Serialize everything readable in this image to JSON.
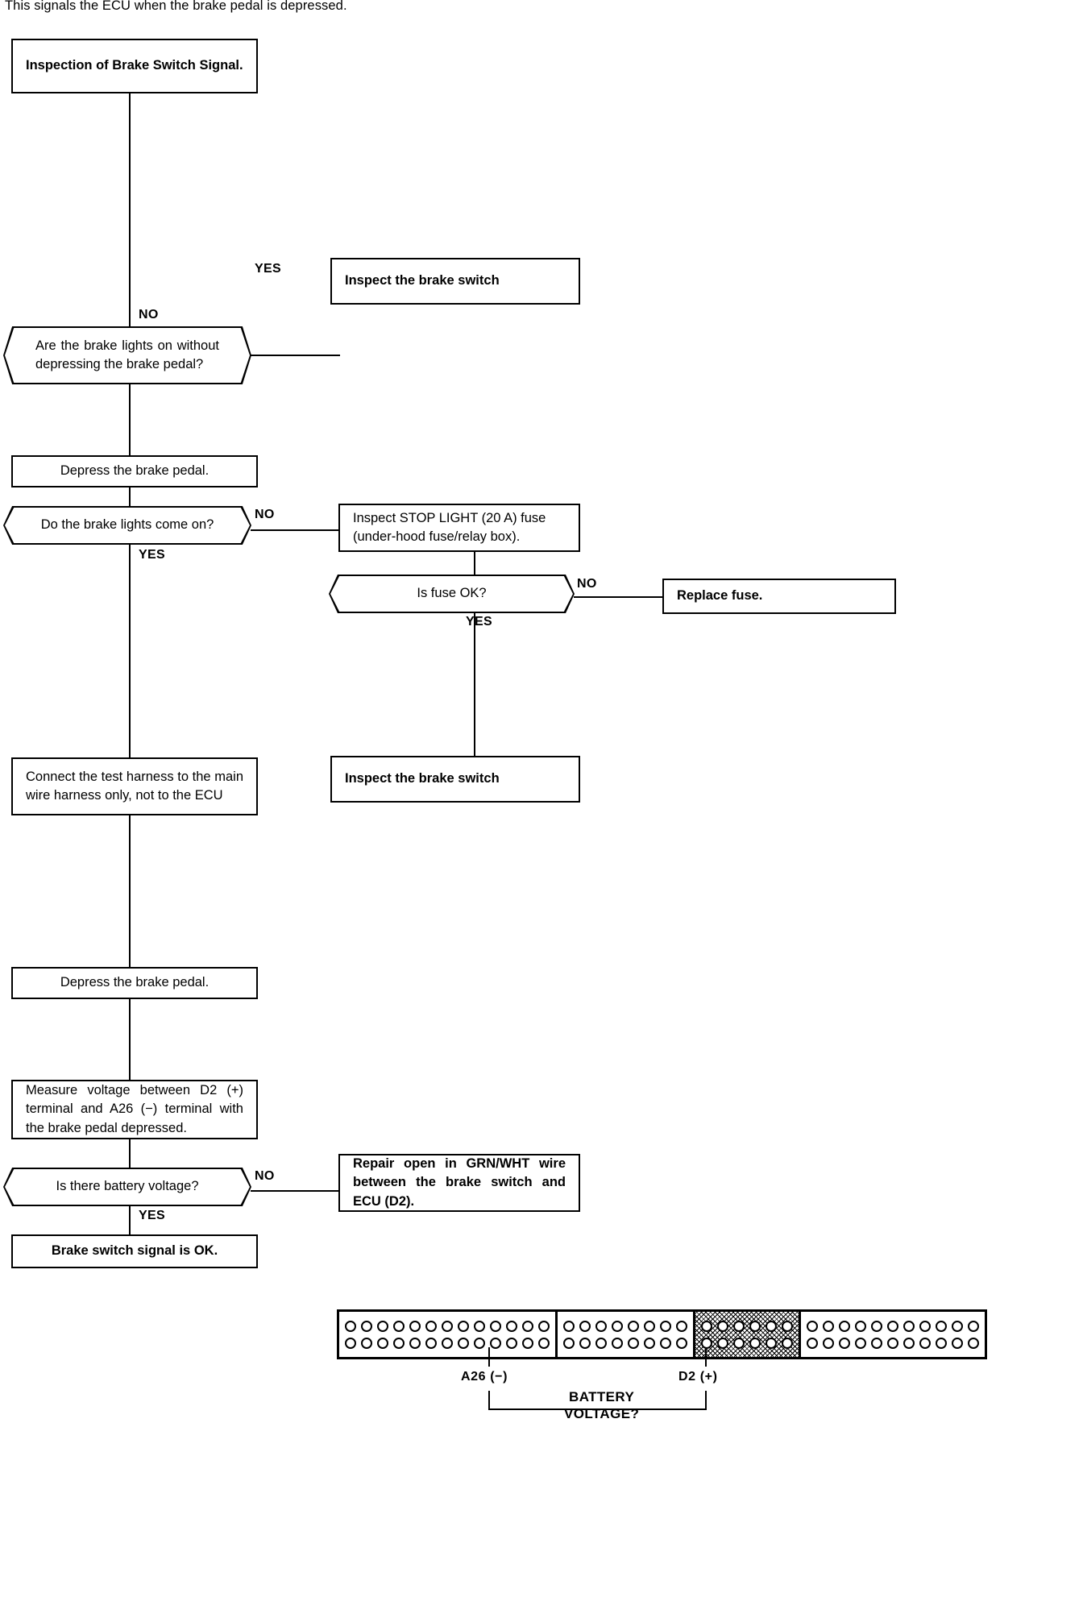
{
  "intro": {
    "text": "This signals the ECU when the brake pedal is depressed."
  },
  "flow": {
    "start_box": {
      "label": "Inspection of Brake Switch Signal."
    },
    "decision_1": {
      "label": "Are the brake lights on without depressing the brake pedal?",
      "yes_label": "YES",
      "no_label": "NO"
    },
    "inspect_switch_1": {
      "label": "Inspect the brake switch"
    },
    "depress_pedal_1": {
      "label": "Depress the brake pedal."
    },
    "decision_2": {
      "label": "Do the brake lights come on?",
      "yes_label": "YES",
      "no_label": "NO"
    },
    "inspect_fuse": {
      "label": "Inspect STOP LIGHT (20 A) fuse (under-hood fuse/relay box)."
    },
    "decision_3": {
      "label": "Is fuse OK?",
      "yes_label": "YES",
      "no_label": "NO"
    },
    "replace_fuse": {
      "label": "Replace fuse."
    },
    "inspect_switch_2": {
      "label": "Inspect the brake switch"
    },
    "connect_harness": {
      "label": "Connect the test harness to the main wire harness only, not to the ECU"
    },
    "depress_pedal_2": {
      "label": "Depress the brake pedal."
    },
    "measure_voltage": {
      "label": "Measure voltage between D2 (+) terminal and A26 (−) terminal with the brake pedal depressed."
    },
    "decision_4": {
      "label": "Is there battery voltage?",
      "yes_label": "YES",
      "no_label": "NO"
    },
    "repair_open": {
      "label": "Repair open in GRN/WHT wire between the brake switch and ECU (D2)."
    },
    "signal_ok": {
      "label": "Brake switch signal is OK."
    }
  },
  "connector": {
    "segments": [
      {
        "id": "segment-a",
        "pins_per_row": 13,
        "rows": 2,
        "shaded": false
      },
      {
        "id": "segment-b",
        "pins_per_row": 8,
        "rows": 2,
        "shaded": false
      },
      {
        "id": "segment-c",
        "pins_per_row": 6,
        "rows": 2,
        "shaded": true
      },
      {
        "id": "segment-d",
        "pins_per_row": 11,
        "rows": 2,
        "shaded": false
      }
    ],
    "labels": {
      "negative_terminal": "A26 (−)",
      "positive_terminal": "D2 (+)",
      "measurement_line1": "BATTERY",
      "measurement_line2": "VOLTAGE?"
    }
  },
  "colors": {
    "ink": "#000000",
    "paper": "#ffffff"
  }
}
